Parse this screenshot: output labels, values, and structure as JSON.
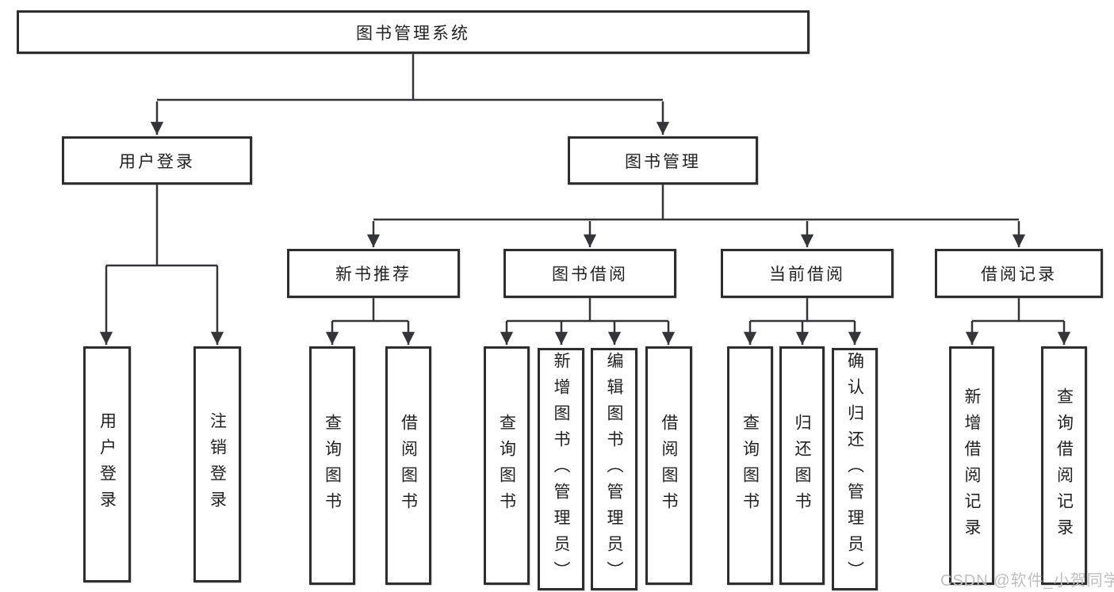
{
  "diagram": {
    "title": "图书管理系统",
    "watermark": "CSDN @软件_小贺同学",
    "colors": {
      "line": "#333538",
      "border": "#2e2e2e",
      "text": "#222222",
      "watermark": "#c0bebe",
      "background": "#ffffff"
    },
    "nodes": {
      "root": {
        "label": "图书管理系统"
      },
      "user_login": {
        "label": "用户登录"
      },
      "book_mgmt": {
        "label": "图书管理"
      },
      "new_book_rec": {
        "label": "新书推荐"
      },
      "book_borrow": {
        "label": "图书借阅"
      },
      "current_borrow": {
        "label": "当前借阅"
      },
      "borrow_record": {
        "label": "借阅记录"
      },
      "leaf_user_login": {
        "label": "用户登录"
      },
      "leaf_logout": {
        "label": "注销登录"
      },
      "leaf_query_book_1": {
        "label": "查询图书"
      },
      "leaf_borrow_book_1": {
        "label": "借阅图书"
      },
      "leaf_query_book_2": {
        "label": "查询图书"
      },
      "leaf_add_book_admin": {
        "label": "新增图书（管理员）"
      },
      "leaf_edit_book_admin": {
        "label": "编辑图书（管理员）"
      },
      "leaf_borrow_book_2": {
        "label": "借阅图书"
      },
      "leaf_query_book_3": {
        "label": "查询图书"
      },
      "leaf_return_book": {
        "label": "归还图书"
      },
      "leaf_confirm_return_admin": {
        "label": "确认归还（管理员）"
      },
      "leaf_add_record": {
        "label": "新增借阅记录"
      },
      "leaf_query_record": {
        "label": "查询借阅记录"
      }
    }
  }
}
